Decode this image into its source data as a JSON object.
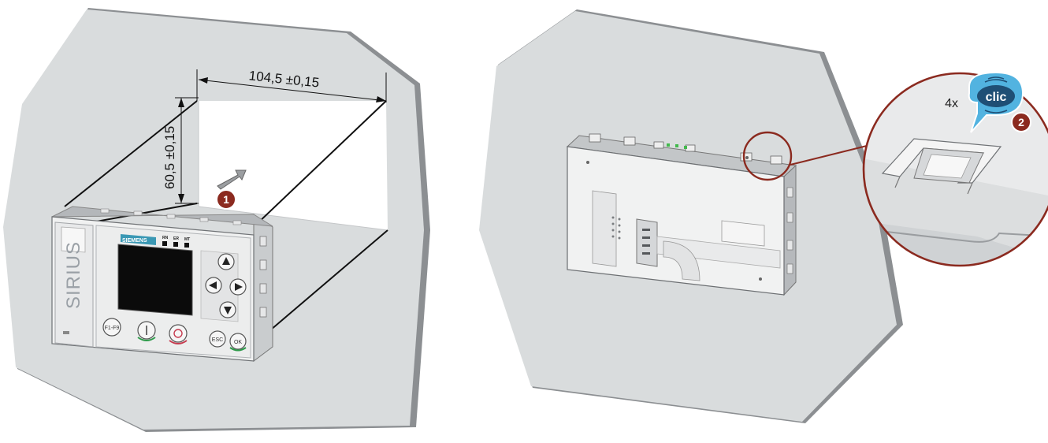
{
  "colors": {
    "panel_fill": "#d9dcdd",
    "panel_edge": "#8c8f92",
    "callout_fill": "#8b2a1f",
    "clic_fill": "#1f4f75",
    "bubble_fill": "#52b3e0",
    "brand_fill": "#3a98b4"
  },
  "dimensions": {
    "width_label": "104,5 ±0,15",
    "height_label": "60,5 ±0,15"
  },
  "device": {
    "brand": "SIEMENS",
    "product": "SIRIUS",
    "leds": [
      "RN",
      "ER",
      "MT"
    ],
    "keys": {
      "f_key": "F1-F9",
      "esc": "ESC",
      "ok": "OK"
    }
  },
  "callouts": {
    "step1": "1",
    "step2": "2",
    "clic_word": "clic",
    "clic_count": "4x"
  }
}
